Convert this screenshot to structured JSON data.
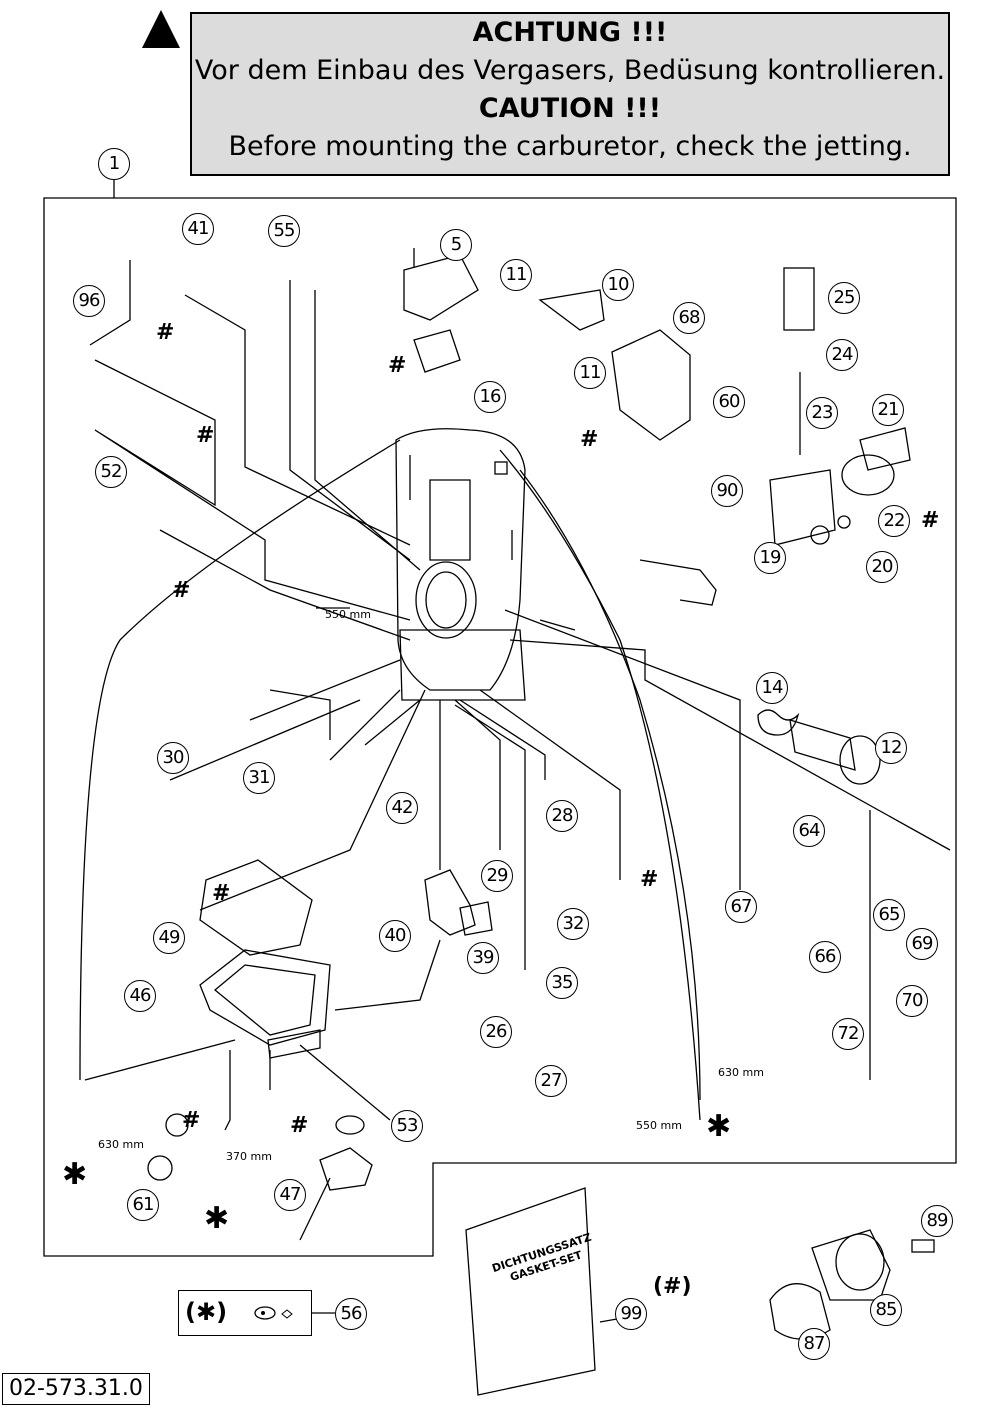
{
  "warning": {
    "title_de": "ACHTUNG !!!",
    "text_de": "Vor dem Einbau des Vergasers, Bedüsung kontrollieren.",
    "title_en": "CAUTION !!!",
    "text_en": "Before mounting the carburetor, check the jetting."
  },
  "callouts": {
    "c1": "1",
    "c5": "5",
    "c10": "10",
    "c11a": "11",
    "c11b": "11",
    "c12": "12",
    "c14": "14",
    "c16": "16",
    "c19": "19",
    "c20": "20",
    "c21": "21",
    "c22": "22",
    "c23": "23",
    "c24": "24",
    "c25": "25",
    "c26": "26",
    "c27": "27",
    "c28": "28",
    "c29": "29",
    "c30": "30",
    "c31": "31",
    "c32": "32",
    "c35": "35",
    "c39": "39",
    "c40": "40",
    "c41": "41",
    "c42": "42",
    "c46": "46",
    "c47": "47",
    "c49": "49",
    "c52": "52",
    "c53": "53",
    "c55": "55",
    "c56": "56",
    "c60": "60",
    "c61": "61",
    "c64": "64",
    "c65": "65",
    "c66": "66",
    "c67": "67",
    "c68": "68",
    "c69": "69",
    "c70": "70",
    "c72": "72",
    "c85": "85",
    "c87": "87",
    "c89": "89",
    "c90": "90",
    "c96": "96",
    "c99": "99"
  },
  "marks": {
    "hash": "#",
    "star": "✱",
    "gasket_ref": "(#)",
    "legend_star": "(✱)"
  },
  "dimensions": {
    "d550a": "550 mm",
    "d630a": "630 mm",
    "d370": "370 mm",
    "d630b": "630 mm",
    "d550b": "550 mm"
  },
  "gasket_set": {
    "line1": "DICHTUNGSSATZ",
    "line2": "GASKET-SET"
  },
  "drawing_code": "02-573.31.0"
}
